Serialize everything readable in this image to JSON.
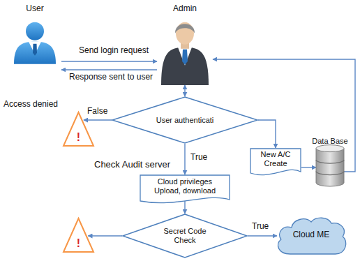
{
  "diagram": {
    "nodes": [
      {
        "text": [
          "User"
        ]
      },
      {
        "text": [
          "Admin"
        ]
      },
      {
        "text": [
          "!"
        ]
      },
      {
        "text": [
          "User authenticati"
        ]
      },
      {
        "text": [
          "New A/C Create"
        ]
      },
      {
        "text": [
          "Data Base"
        ]
      },
      {
        "text": [
          "Cloud privileges Upload, download"
        ]
      },
      {
        "text": [
          "!"
        ]
      },
      {
        "text": [
          "Secret Code Check"
        ]
      },
      {
        "text": [
          "Cloud ME"
        ]
      }
    ],
    "edges": [
      {
        "from": 0,
        "to": 1,
        "label": "Send login request",
        "arrow": "to"
      },
      {
        "from": 1,
        "to": 0,
        "label": "Response sent to user",
        "arrow": "to"
      },
      {
        "from": 1,
        "to": 3,
        "arrow": "both"
      },
      {
        "from": 3,
        "to": 2,
        "label": "False",
        "arrow": "to"
      },
      {
        "from": 3,
        "to": 4,
        "arrow": "to"
      },
      {
        "from": 4,
        "to": 5,
        "arrow": "to"
      },
      {
        "from": 5,
        "to": 1,
        "arrow": "to"
      },
      {
        "from": 3,
        "to": 6,
        "label": "True",
        "arrow": "to"
      },
      {
        "from": 6,
        "to": 8,
        "arrow": "to"
      },
      {
        "from": 8,
        "to": 7,
        "arrow": "to"
      },
      {
        "from": 8,
        "to": 9,
        "label": "True",
        "arrow": "to"
      }
    ],
    "labels": [
      "Access denied",
      "Check Audit server"
    ]
  }
}
